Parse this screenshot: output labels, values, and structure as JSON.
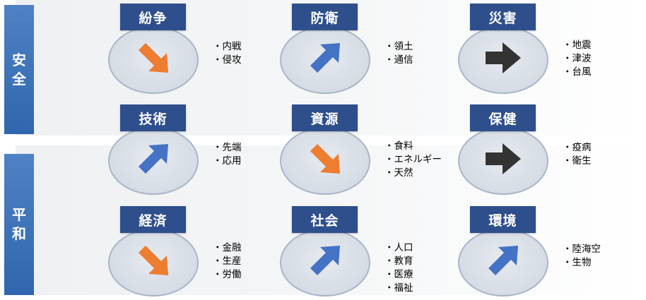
{
  "side_labels": {
    "top": [
      "安",
      "全"
    ],
    "bottom": [
      "平",
      "和"
    ]
  },
  "colors": {
    "side": "#3a70b5",
    "label": "#2e4f8c",
    "up_arrow": "#4472c4",
    "down_arrow": "#ed7d31",
    "flat_arrow": "#333333"
  },
  "items": [
    {
      "label": "紛争",
      "trend": "down",
      "bullets": [
        "内戦",
        "侵攻"
      ]
    },
    {
      "label": "防衛",
      "trend": "up",
      "bullets": [
        "領土",
        "通信"
      ]
    },
    {
      "label": "災害",
      "trend": "flat",
      "bullets": [
        "地震",
        "津波",
        "台風"
      ]
    },
    {
      "label": "技術",
      "trend": "up",
      "bullets": [
        "先端",
        "応用"
      ]
    },
    {
      "label": "資源",
      "trend": "down",
      "bullets": [
        "食料",
        "エネルギー",
        "天然"
      ]
    },
    {
      "label": "保健",
      "trend": "flat",
      "bullets": [
        "疫病",
        "衛生"
      ]
    },
    {
      "label": "経済",
      "trend": "down",
      "bullets": [
        "金融",
        "生産",
        "労働"
      ]
    },
    {
      "label": "社会",
      "trend": "up",
      "bullets": [
        "人口",
        "教育",
        "医療",
        "福祉"
      ]
    },
    {
      "label": "環境",
      "trend": "up",
      "bullets": [
        "陸海空",
        "生物"
      ]
    }
  ]
}
